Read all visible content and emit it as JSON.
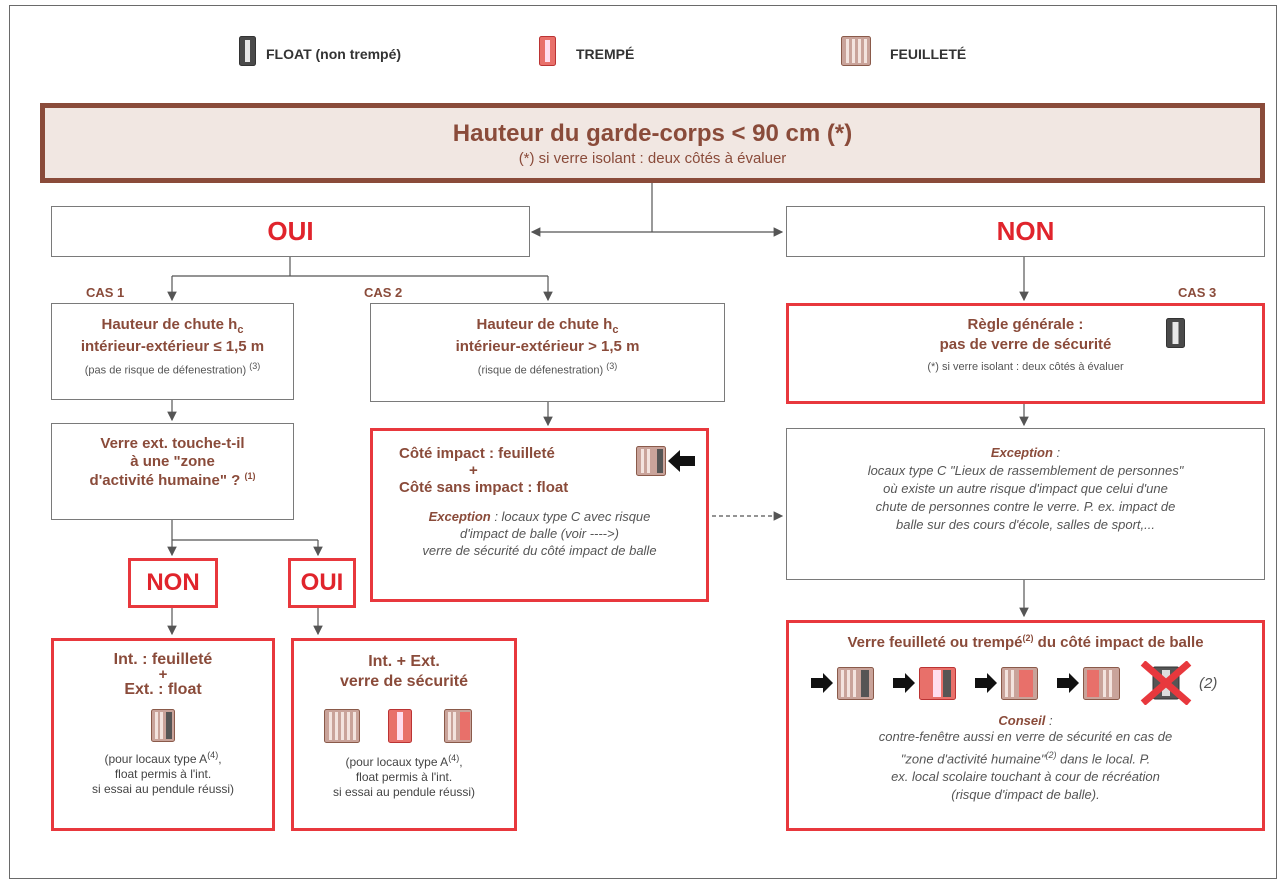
{
  "legend": {
    "float": "FLOAT (non trempé)",
    "trempe": "TREMPÉ",
    "feuillete": "FEUILLETÉ"
  },
  "colors": {
    "brown": "#8a4b3a",
    "red": "#e8383d",
    "float_glass": "#555555",
    "tempered_glass": "#e8706a",
    "laminated_glass": "#c9a39a"
  },
  "header": {
    "title": "Hauteur du garde-corps < 90 cm (*)",
    "subtitle": "(*) si verre isolant : deux côtés à évaluer"
  },
  "branches": {
    "oui": "OUI",
    "non": "NON"
  },
  "cas1": {
    "tag": "CAS 1",
    "line1": "Hauteur de chute h",
    "sub": "c",
    "line2": "intérieur-extérieur ≤ 1,5 m",
    "note": "(pas de risque de défenestration)",
    "note_sup": "(3)"
  },
  "cas2": {
    "tag": "CAS 2",
    "line1": "Hauteur de chute h",
    "sub": "c",
    "line2": "intérieur-extérieur > 1,5 m",
    "note": "(risque de défenestration)",
    "note_sup": "(3)"
  },
  "cas3": {
    "tag": "CAS 3",
    "line1": "Règle générale :",
    "line2": "pas de verre de sécurité",
    "note": "(*) si verre isolant : deux côtés à évaluer"
  },
  "question": {
    "line1": "Verre ext. touche-t-il",
    "line2": "à une \"zone",
    "line3_a": "d'activité humaine",
    "line3_b": "\" ?",
    "sup": "(1)"
  },
  "cas2_result": {
    "line1": "Côté impact : feuilleté",
    "plus": "+",
    "line2": "Côté sans impact : float",
    "exc_label": "Exception",
    "exc_text1": " : locaux type C avec risque",
    "exc_text2": "d'impact de balle (voir ---->)",
    "exc_text3": "verre de sécurité du côté impact de balle"
  },
  "exception_box": {
    "label": "Exception",
    "colon": " :",
    "l1": "locaux type C \"Lieux de rassemblement de personnes\"",
    "l2": "où existe un autre risque d'impact que celui d'une",
    "l3": "chute de personnes contre le verre. P. ex. impact de",
    "l4": "balle sur des cours d'école, salles de sport,..."
  },
  "non_small": "NON",
  "oui_small": "OUI",
  "result_non": {
    "line1": "Int. : feuilleté",
    "plus": "+",
    "line2": "Ext. : float",
    "n1": "(pour locaux type A",
    "n1_sup": "(4)",
    "n1_end": ",",
    "n2": "float permis à l'int.",
    "n3": "si essai au pendule réussi)"
  },
  "result_oui": {
    "line1": "Int. + Ext.",
    "line2": "verre de sécurité",
    "n1": "(pour locaux type A",
    "n1_sup": "(4)",
    "n1_end": ",",
    "n2": "float permis à l'int.",
    "n3": "si essai au pendule réussi)"
  },
  "ball_box": {
    "title_a": "Verre feuilleté ou trempé",
    "title_sup": "(2)",
    "title_b": " du côté impact de balle",
    "cross_note": "(2)",
    "conseil_label": "Conseil",
    "conseil_colon": " :",
    "c1": "contre-fenêtre aussi en verre de sécurité en cas de",
    "c2a": "\"zone d'activité humaine\"",
    "c2sup": "(2)",
    "c2b": " dans le local. P.",
    "c3": "ex. local scolaire touchant à cour de récréation",
    "c4": "(risque d'impact de balle)."
  }
}
